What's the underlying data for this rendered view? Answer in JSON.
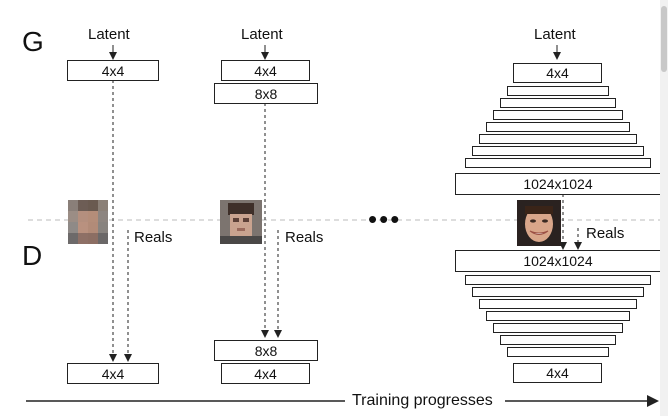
{
  "labels": {
    "g": "G",
    "d": "D",
    "latent": "Latent",
    "reals": "Reals",
    "dots": "•••",
    "training": "Training progresses"
  },
  "stage1": {
    "g_block": "4x4",
    "d_block": "4x4"
  },
  "stage2": {
    "g_blocks": [
      "4x4",
      "8x8"
    ],
    "d_blocks": [
      "8x8",
      "4x4"
    ]
  },
  "stage3": {
    "g_top": "4x4",
    "g_bottom": "1024x1024",
    "d_top": "1024x1024",
    "d_bottom": "4x4"
  },
  "colors": {
    "line": "#222222",
    "divider": "#bbbbbb"
  },
  "icons": [
    "face-thumbnail-4x4",
    "face-thumbnail-8x8",
    "face-photo-1024"
  ]
}
